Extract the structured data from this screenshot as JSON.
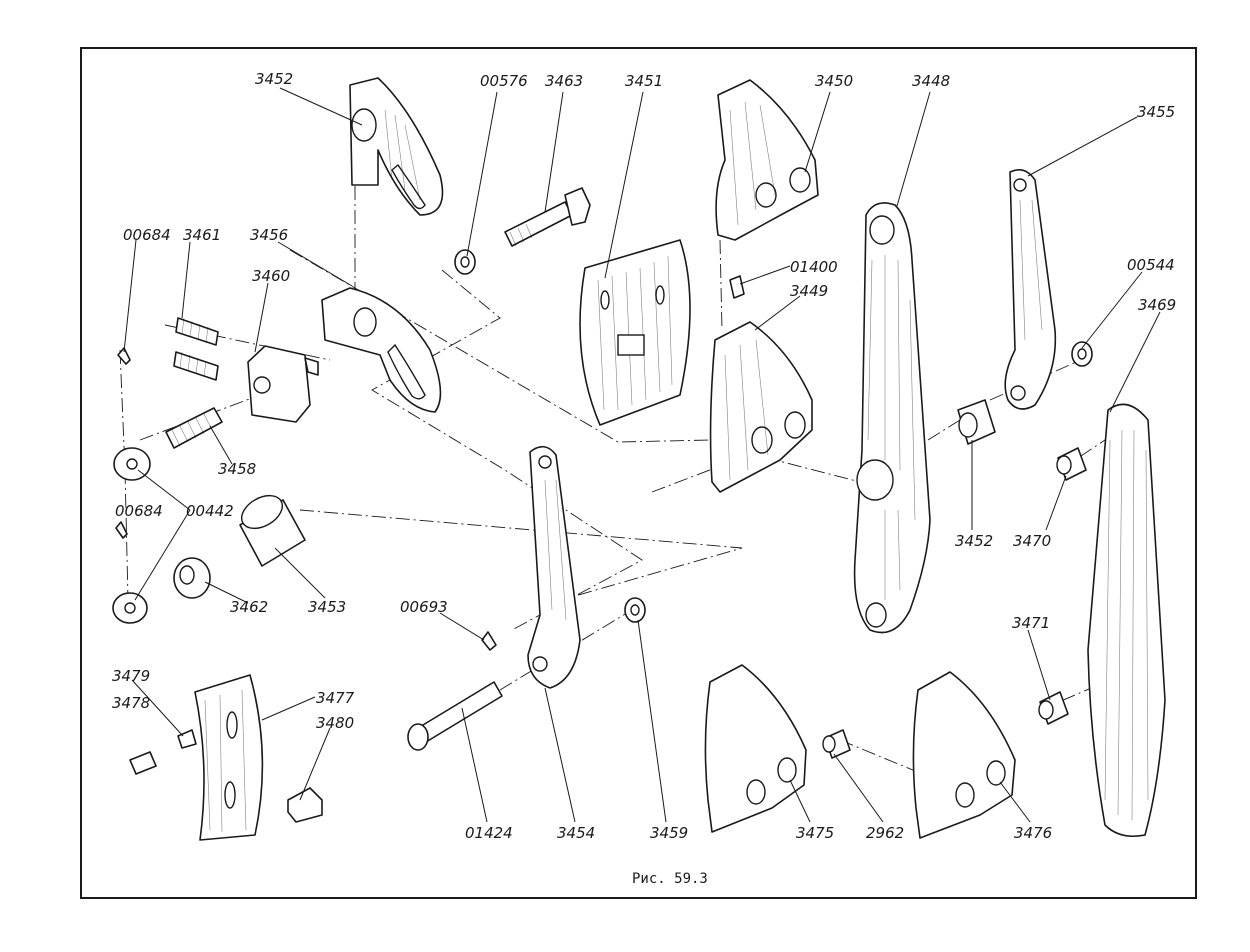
{
  "caption": "Рис. 59.3",
  "labels": {
    "p3452a": "3452",
    "p00576": "00576",
    "p3463": "3463",
    "p3451": "3451",
    "p3450": "3450",
    "p3448": "3448",
    "p3455": "3455",
    "p00684a": "00684",
    "p3461": "3461",
    "p3456": "3456",
    "p3460": "3460",
    "p01400": "01400",
    "p3449": "3449",
    "p00544": "00544",
    "p3469": "3469",
    "p3458": "3458",
    "p00684b": "00684",
    "p00442": "00442",
    "p3462": "3462",
    "p3453": "3453",
    "p00693": "00693",
    "p3452b": "3452",
    "p3470": "3470",
    "p3471": "3471",
    "p3479": "3479",
    "p3478": "3478",
    "p3477": "3477",
    "p3480": "3480",
    "p01424": "01424",
    "p3454": "3454",
    "p3459": "3459",
    "p3475": "3475",
    "p2962": "2962",
    "p3476": "3476"
  }
}
